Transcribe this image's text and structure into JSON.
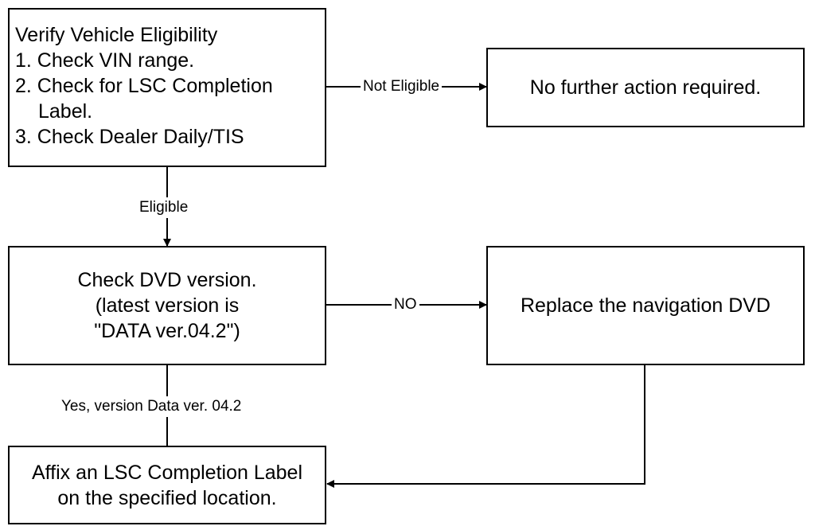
{
  "boxes": {
    "verify": {
      "lines": [
        "Verify Vehicle Eligibility",
        "1. Check VIN range.",
        "2. Check for LSC Completion",
        "Label.",
        "3. Check Dealer Daily/TIS"
      ]
    },
    "no_action": {
      "lines": [
        "No further action required."
      ]
    },
    "check_dvd": {
      "lines": [
        "Check DVD version.",
        "(latest version is",
        "\"DATA ver.04.2\")"
      ]
    },
    "replace_dvd": {
      "lines": [
        "Replace the navigation DVD"
      ]
    },
    "affix_label": {
      "lines": [
        "Affix an LSC Completion Label",
        "on the specified location."
      ]
    }
  },
  "edges": {
    "not_eligible": "Not Eligible",
    "eligible": "Eligible",
    "no": "NO",
    "yes_version": "Yes, version Data ver. 04.2"
  }
}
